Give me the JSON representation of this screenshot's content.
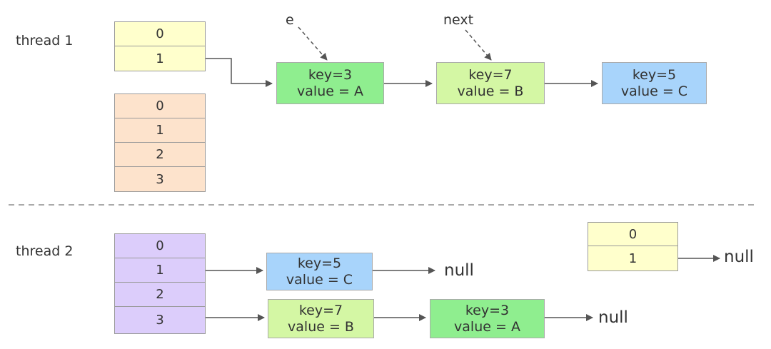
{
  "threads": [
    {
      "label": "thread 1",
      "old_table": {
        "indices": [
          "0",
          "1"
        ],
        "color": "#ffffcc"
      },
      "new_table": {
        "indices": [
          "0",
          "1",
          "2",
          "3"
        ],
        "color": "#fde3cc"
      },
      "nodes": [
        {
          "key": "key=3",
          "value": "value = A",
          "color": "#8fee8f"
        },
        {
          "key": "key=7",
          "value": "value = B",
          "color": "#d4f7a4"
        },
        {
          "key": "key=5",
          "value": "value = C",
          "color": "#a8d4fb"
        }
      ],
      "pointers": {
        "e": "e",
        "next": "next"
      }
    },
    {
      "label": "thread 2",
      "new_table": {
        "indices": [
          "0",
          "1",
          "2",
          "3"
        ],
        "color": "#dccdfb"
      },
      "old_table": {
        "indices": [
          "0",
          "1"
        ],
        "color": "#ffffcc",
        "null_label": "null"
      },
      "bucket1_nodes": [
        {
          "key": "key=5",
          "value": "value = C",
          "color": "#a8d4fb"
        }
      ],
      "bucket1_null": "null",
      "bucket3_nodes": [
        {
          "key": "key=7",
          "value": "value = B",
          "color": "#d4f7a4"
        },
        {
          "key": "key=3",
          "value": "value = A",
          "color": "#8fee8f"
        }
      ],
      "bucket3_null": "null"
    }
  ],
  "colors": {
    "arrow": "#555555",
    "separator": "#aaaaaa"
  }
}
